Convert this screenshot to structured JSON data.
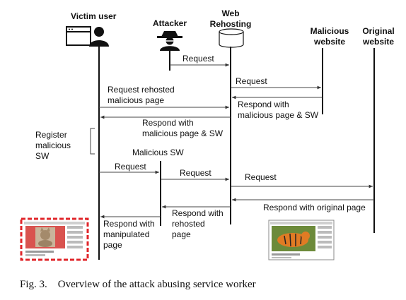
{
  "actors": {
    "victim": "Victim user",
    "attacker": "Attacker",
    "rehost_line1": "Web",
    "rehost_line2": "Rehosting",
    "malicious_line1": "Malicious",
    "malicious_line2": "website",
    "original_line1": "Original",
    "original_line2": "website"
  },
  "messages": {
    "m1": "Request",
    "m2": "Request",
    "m3a": "Request rehosted",
    "m3b": "malicious page",
    "m4a": "Respond with",
    "m4b": "malicious page & SW",
    "m5a": "Respond with",
    "m5b": "malicious page & SW",
    "reg1": "Register",
    "reg2": "malicious",
    "reg3": "SW",
    "sw": "Malicious SW",
    "m6": "Request",
    "m7": "Request",
    "m8": "Request",
    "m9": "Respond with original page",
    "m10a": "Respond with",
    "m10b": "rehosted",
    "m10c": "page",
    "m11a": "Respond with",
    "m11b": "manipulated",
    "m11c": "page"
  },
  "caption": "Fig. 3. Overview of the attack abusing service worker",
  "icons": {
    "victim": "browser-window-with-user-icon",
    "attacker": "hacker-spy-icon",
    "rehost": "server-cylinder-icon",
    "manipulated": "manipulated-webpage-thumbnail",
    "original": "original-webpage-thumbnail"
  }
}
